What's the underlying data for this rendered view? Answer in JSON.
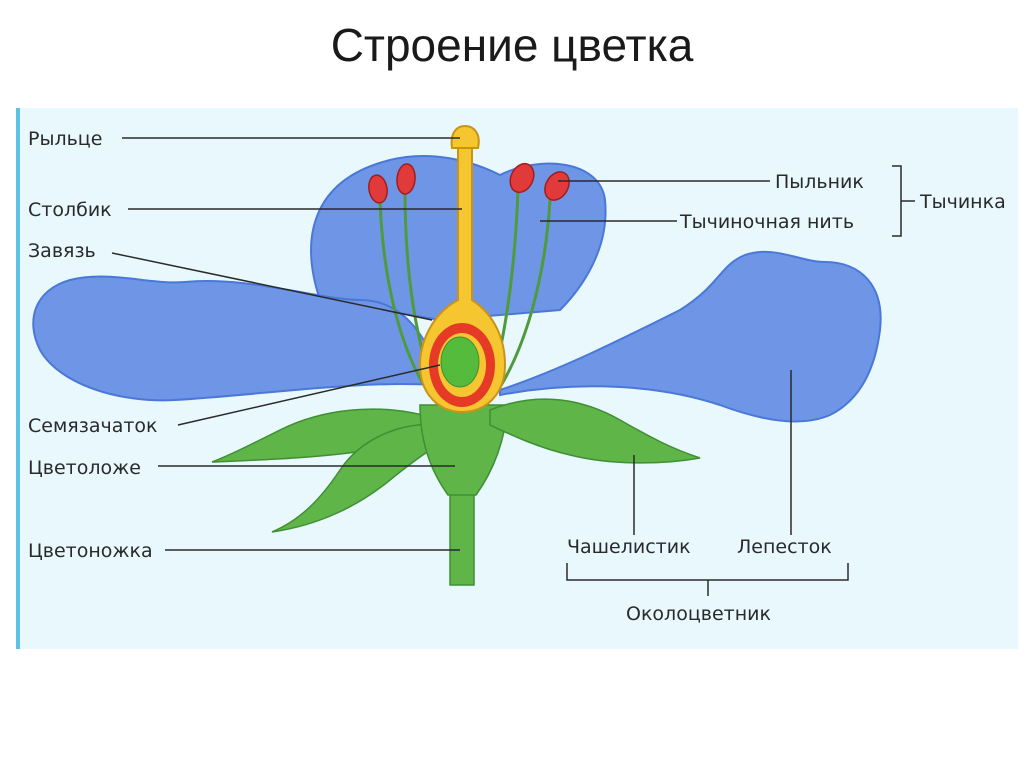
{
  "title": "Строение цветка",
  "labels": {
    "stigma": "Рыльце",
    "style": "Столбик",
    "ovary": "Завязь",
    "ovule": "Семязачаток",
    "receptacle": "Цветоложе",
    "pedicel": "Цветоножка",
    "anther": "Пыльник",
    "filament": "Тычиночная нить",
    "stamen": "Тычинка",
    "sepal": "Чашелистик",
    "petal": "Лепесток",
    "perianth": "Околоцветник"
  },
  "colors": {
    "petal": "#6f96e6",
    "petal_dark": "#3f6fd0",
    "sepal": "#5fb548",
    "sepal_dark": "#3f8f33",
    "pistil": "#f5c630",
    "ovary_wall": "#e53a26",
    "ovule": "#54bb3c",
    "anther": "#e03a3a",
    "panel": "#e8f8fc",
    "panel_border": "#5ec2e6"
  }
}
